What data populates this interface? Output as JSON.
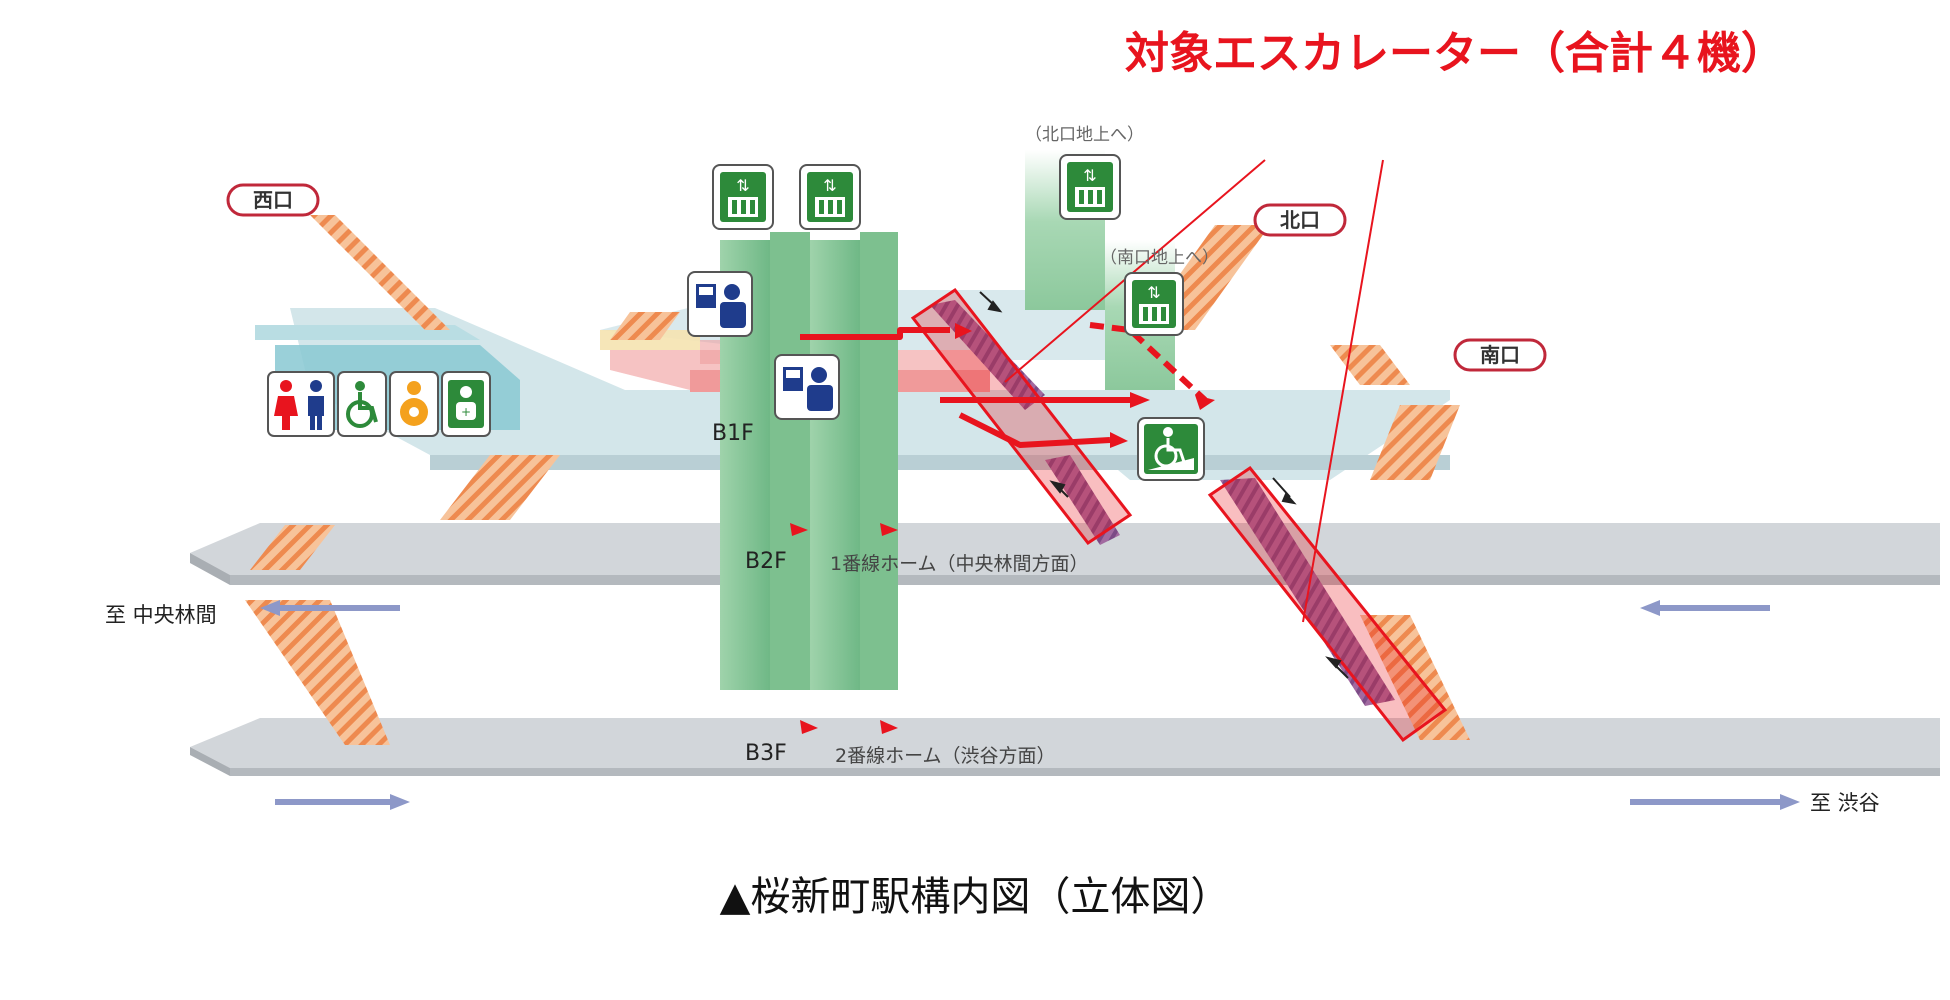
{
  "header": {
    "target_label": "対象エスカレーター（合計４機）",
    "accent_color": "#e8141e"
  },
  "exits": {
    "west": "西口",
    "north": "北口",
    "south": "南口",
    "north_ground": "（北口地上へ）",
    "south_ground": "（南口地上へ）"
  },
  "floors": {
    "b1": "B1F",
    "b2": "B2F",
    "b3": "B3F"
  },
  "platforms": {
    "track1": "1番線ホーム（中央林間方面）",
    "track2": "2番線ホーム（渋谷方面）"
  },
  "destinations": {
    "west": "至 中央林間",
    "east": "至 渋谷"
  },
  "caption": "▲桜新町駅構内図（立体図）",
  "icons": [
    "elevator-icon",
    "elevator-icon",
    "elevator-icon",
    "elevator-icon",
    "ticket-office-icon",
    "ticket-office-icon",
    "restroom-icon",
    "accessible-restroom-icon",
    "baby-care-icon",
    "ostomate-icon",
    "wheelchair-ramp-icon"
  ],
  "colors": {
    "floor": "#cfe3e8",
    "platform": "#d7dadd",
    "stairs": "#f0a070",
    "elevator_shaft": "#8cc89c",
    "highlight": "#e8141e",
    "icon_green": "#2d8a3a",
    "icon_blue": "#1f3c8c"
  }
}
